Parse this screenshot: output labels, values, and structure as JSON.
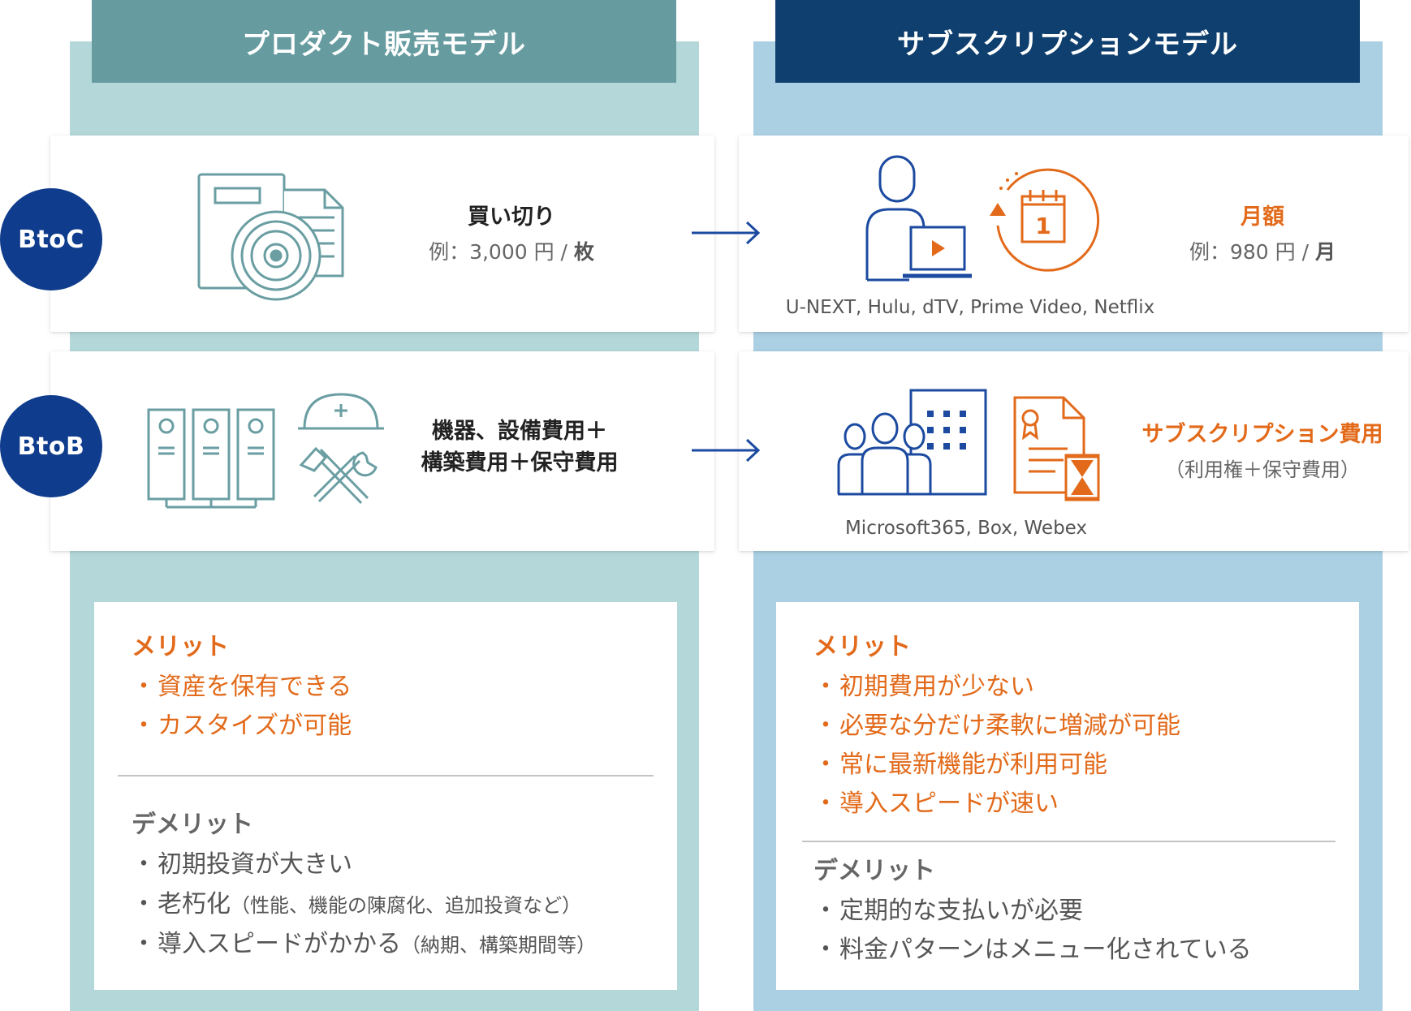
{
  "columns": {
    "product": {
      "title": "プロダクト販売モデル"
    },
    "subscription": {
      "title": "サブスクリプションモデル"
    }
  },
  "rows": {
    "btoc": {
      "label": "BtoC"
    },
    "btob": {
      "label": "BtoB"
    }
  },
  "btoc": {
    "product": {
      "title": "買い切り",
      "example_prefix": "例：3,000 円 / ",
      "example_unit": "枚"
    },
    "subscription": {
      "title": "月額",
      "example_prefix": "例：980 円 / ",
      "example_unit": "月",
      "services": "U-NEXT, Hulu, dTV, Prime Video, Netflix"
    }
  },
  "btob": {
    "product": {
      "title_line1": "機器、設備費用＋",
      "title_line2": "構築費用＋保守費用"
    },
    "subscription": {
      "title": "サブスクリプション費用",
      "subtitle": "（利用権＋保守費用）",
      "services": "Microsoft365, Box, Webex"
    }
  },
  "product_summary": {
    "merit_title": "メリット",
    "merits": [
      "資産を保有できる",
      "カスタイズが可能"
    ],
    "demerit_title": "デメリット",
    "demerits": [
      {
        "text": "初期投資が大きい",
        "note": ""
      },
      {
        "text": "老朽化",
        "note": "（性能、機能の陳腐化、追加投資など）"
      },
      {
        "text": "導入スピードがかかる",
        "note": "（納期、構築期間等）"
      }
    ]
  },
  "subscription_summary": {
    "merit_title": "メリット",
    "merits": [
      "初期費用が少ない",
      "必要な分だけ柔軟に増減が可能",
      "常に最新機能が利用可能",
      "導入スピードが速い"
    ],
    "demerit_title": "デメリット",
    "demerits": [
      "定期的な支払いが必要",
      "料金パターンはメニュー化されている"
    ]
  },
  "calendar_day": "1",
  "colors": {
    "product_header": "#669ca0",
    "product_bg": "#b4d8da",
    "subscription_header": "#0f3f6e",
    "subscription_bg": "#abd0e3",
    "row_badge": "#0f3c8c",
    "accent_orange": "#e26a1a",
    "icon_teal": "#6a9ea2",
    "icon_blue": "#1b4aa0"
  }
}
